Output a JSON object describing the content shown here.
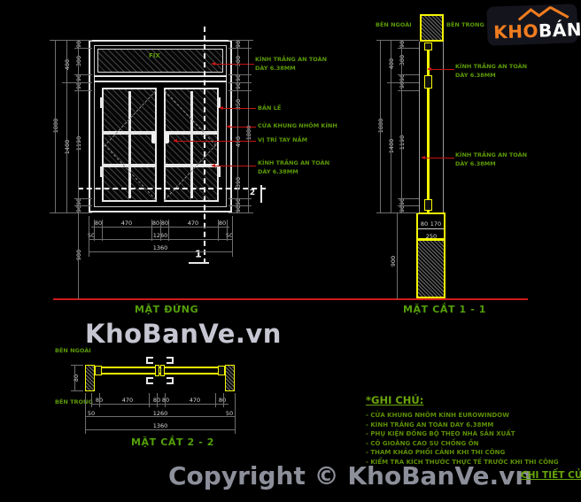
{
  "logo": {
    "part1": "KHO",
    "part2": "BÁNVẼ"
  },
  "watermark": "KhoBanVe.vn",
  "copyright": "Copyright © KhoBanVe.vn",
  "titleblock": "CHI TIẾT CỬA S",
  "views": {
    "elevation_title": "MẶT ĐỨNG",
    "section1_title": "MẶT CẮT 1 - 1",
    "section2_title": "MẶT CẮT 2 - 2"
  },
  "labels": {
    "fix": "FIX"
  },
  "side_labels": [
    "BÊN NGOÀI",
    "BÊN TRONG",
    "BÊN NGOÀI",
    "BÊN TRONG"
  ],
  "callouts": [
    [
      "KÍNH TRẮNG AN TOÀN",
      "DÀY 6.38MM"
    ],
    [
      "BẢN LỀ"
    ],
    [
      "CỬA KHUNG NHÔM KÍNH"
    ],
    [
      "VỊ TRÍ TAY NẮM"
    ],
    [
      "KÍNH TRẮNG AN TOÀN",
      "DÀY 6.38MM"
    ],
    [
      "KÍNH TRẮNG AN TOÀN",
      "DÀY 6.38MM"
    ],
    [
      "KÍNH TRẮNG AN TOÀN",
      "DÀY 6.38MM"
    ]
  ],
  "section_marks": [
    "1",
    "2"
  ],
  "dims": [
    "90",
    "300",
    "90",
    "90",
    "1190",
    "90",
    "90",
    "400",
    "1400",
    "1800",
    "900",
    "90",
    "300",
    "90",
    "90",
    "350",
    "490",
    "390",
    "90",
    "90",
    "1800",
    "80",
    "470",
    "80",
    "80",
    "470",
    "80",
    "50",
    "1260",
    "50",
    "1360",
    "90",
    "300",
    "90",
    "90",
    "1190",
    "90",
    "90",
    "400",
    "1400",
    "1800",
    "900",
    "80",
    "170",
    "250",
    "80",
    "80",
    "470",
    "80",
    "80",
    "470",
    "80",
    "50",
    "1260",
    "50",
    "1360"
  ],
  "notes": {
    "heading": "*GHI CHÚ:",
    "items": [
      "- CỬA KHUNG NHÔM KÍNH EUROWINDOW",
      "- KÍNH TRẮNG AN TOÀN DÀY 6.38MM",
      "- PHỤ KIỆN ĐỒNG BỘ THEO NHÀ SẢN XUẤT",
      "- CÓ GIOĂNG CAO SU CHỐNG ỒN",
      "- THAM KHẢO PHỐI CẢNH KHI THI CÔNG",
      "- KIỂM TRA KÍCH THƯỚC THỰC TẾ TRƯỚC KHI THI CÔNG"
    ]
  },
  "colors": {
    "background": "#000000",
    "linework": "#e6e6e6",
    "aluminum_frame": "#f5f500",
    "leader_red": "#c81414",
    "ground_red": "#cf1a1a",
    "label_green": "#5d9a06",
    "dim_gray": "#d8d8d8",
    "logo_orange": "#f07c1f"
  }
}
